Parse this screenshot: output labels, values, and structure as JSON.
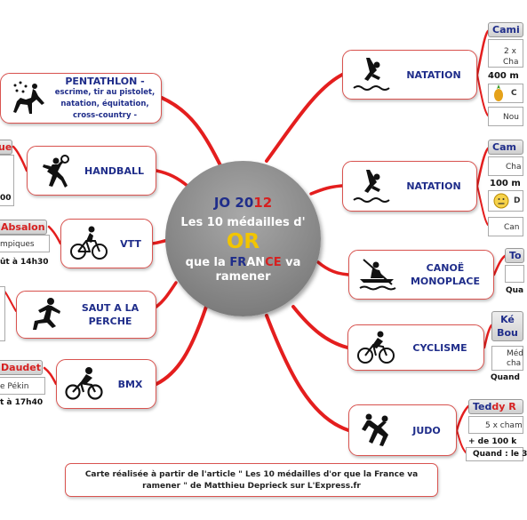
{
  "center": {
    "line1_a": "JO 20",
    "line1_b": "12",
    "line2": "Les 10 médailles d'",
    "line3": "OR",
    "line4_a": "que la ",
    "line4_fr": "FR",
    "line4_an": "AN",
    "line4_ce": "CE",
    "line4_b": " va",
    "line5": "ramener"
  },
  "left_nodes": [
    {
      "label": "PENTATHLON -",
      "sublabel": "escrime, tir au pistolet, natation, équitation, cross-country -",
      "icon": "pentathlon-icon"
    },
    {
      "label": "HANDBALL",
      "icon": "handball-icon"
    },
    {
      "label": "VTT",
      "icon": "mountain-bike-icon"
    },
    {
      "label": "SAUT A LA PERCHE",
      "icon": "pole-vault-icon"
    },
    {
      "label": "BMX",
      "icon": "bmx-icon"
    }
  ],
  "right_nodes": [
    {
      "label": "NATATION",
      "icon": "swimming-dive-icon"
    },
    {
      "label": "NATATION",
      "icon": "swimming-dive-icon"
    },
    {
      "label": "CANOË MONOPLACE",
      "icon": "canoe-icon"
    },
    {
      "label": "CYCLISME",
      "icon": "cycling-icon"
    },
    {
      "label": "JUDO",
      "icon": "judo-icon"
    }
  ],
  "left_details": {
    "handball": {
      "head": "ue",
      "t1": "00"
    },
    "vtt": {
      "head_a": "Ab",
      "head_b": "salon",
      "t1": "mpiques",
      "t2": "ût à 14h30"
    },
    "bmx": {
      "head_a": "D",
      "head_b": "audet",
      "t1": "e Pékin",
      "t2": "t à 17h40"
    }
  },
  "right_details": {
    "natation1": {
      "head": "Cami",
      "t1": "2 x",
      "t2": "Cha",
      "t3": "400 m",
      "t4": "C",
      "t5": "Nou"
    },
    "natation2": {
      "head": "Cam",
      "t1": "Cha",
      "t2": "100 m",
      "t3": "D",
      "t4": "Can"
    },
    "canoe": {
      "head": "To",
      "t1": "Qua"
    },
    "cyclisme": {
      "head1": "Ké",
      "head2": "Bou",
      "t1": "Méd",
      "t2": "cha",
      "t3": "Quand"
    },
    "judo": {
      "head_a": "Ted",
      "head_b": "dy R",
      "t1": "5 x cham",
      "t2": "+ de 100 k",
      "t3": "Quand : le 3"
    }
  },
  "footer": {
    "line1": "Carte réalisée à partir de l'article \" Les 10 médailles d'or que la France va",
    "line2": "ramener \" de Matthieu Deprieck sur L'Express.fr"
  },
  "colors": {
    "branch": "#e41e1e",
    "node_border": "#d9534f",
    "title_blue": "#1f2d8a",
    "gold": "#f2c500"
  }
}
